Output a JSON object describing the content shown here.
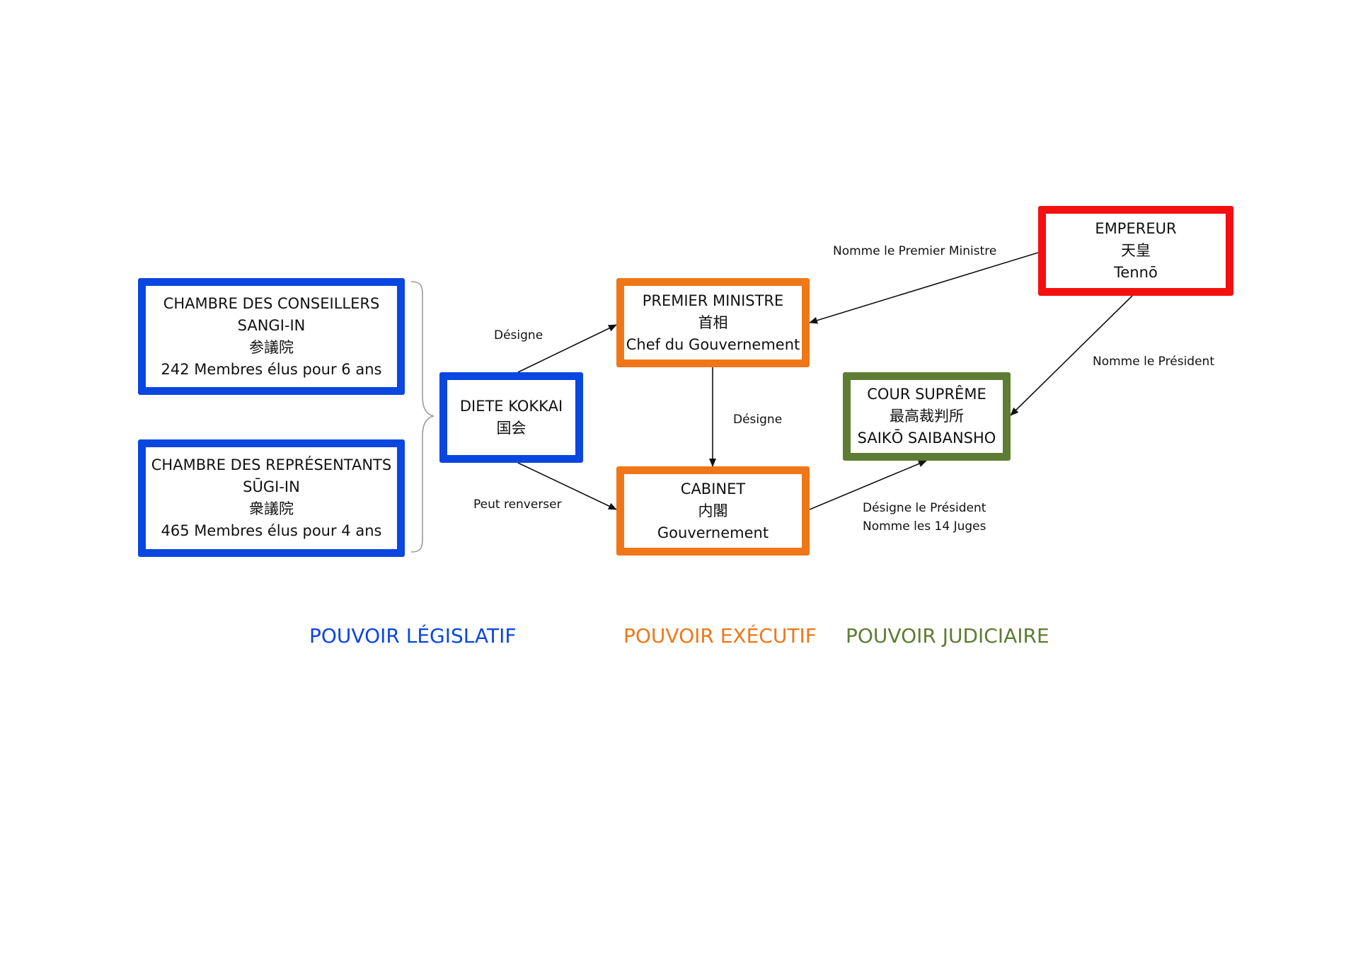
{
  "colors": {
    "legislative": "#0a46e0",
    "executive": "#ef7718",
    "judiciary": "#5e7c33",
    "emperor": "#f41010",
    "line": "#111111"
  },
  "boxes": {
    "conseillers": {
      "lines": [
        "CHAMBRE DES CONSEILLERS",
        "SANGI-IN",
        "参議院",
        "242 Membres élus pour 6 ans"
      ]
    },
    "representants": {
      "lines": [
        "CHAMBRE DES REPRÉSENTANTS",
        "SŪGI-IN",
        "衆議院",
        "465 Membres élus pour 4 ans"
      ]
    },
    "diete": {
      "lines": [
        "DIETE KOKKAI",
        "国会"
      ]
    },
    "premier_ministre": {
      "lines": [
        "PREMIER MINISTRE",
        "首相",
        "Chef du Gouvernement"
      ]
    },
    "cabinet": {
      "lines": [
        "CABINET",
        "内閣",
        "Gouvernement"
      ]
    },
    "cour_supreme": {
      "lines": [
        "COUR SUPRÊME",
        "最高裁判所",
        "SAIKŌ SAIBANSHO"
      ]
    },
    "empereur": {
      "lines": [
        "EMPEREUR",
        "天皇",
        "Tennō"
      ]
    }
  },
  "edges": {
    "diete_to_premier": "Désigne",
    "diete_to_cabinet": "Peut renverser",
    "premier_to_cabinet": "Désigne",
    "empereur_to_premier": "Nomme le Premier Ministre",
    "empereur_to_cour": "Nomme le Président",
    "cabinet_to_cour": [
      "Désigne le Président",
      "Nomme les 14 Juges"
    ]
  },
  "powers": {
    "legislatif": "POUVOIR LÉGISLATIF",
    "executif": "POUVOIR EXÉCUTIF",
    "judiciaire": "POUVOIR JUDICIAIRE"
  }
}
